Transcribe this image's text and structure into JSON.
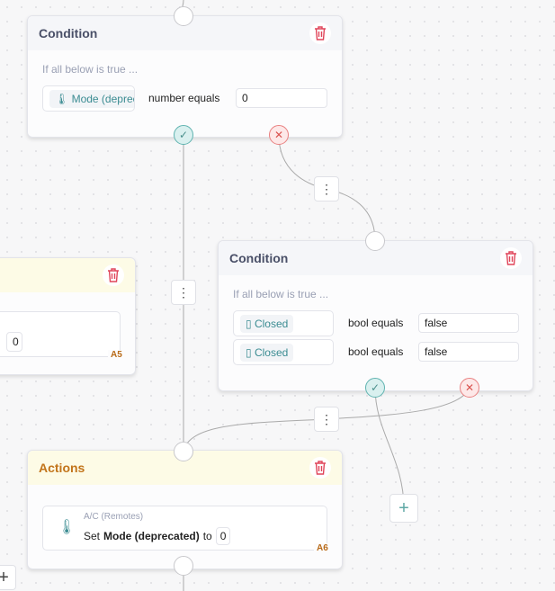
{
  "condition1": {
    "title": "Condition",
    "subtitle": "If all below is true ...",
    "rows": [
      {
        "entity": "Mode (deprecated)",
        "operator": "number equals",
        "value": "0"
      }
    ]
  },
  "condition2": {
    "title": "Condition",
    "subtitle": "If all below is true ...",
    "rows": [
      {
        "entity": "Closed",
        "operator": "bool equals",
        "value": "false"
      },
      {
        "entity": "Closed",
        "operator": "bool equals",
        "value": "false"
      }
    ]
  },
  "partial_action": {
    "value": "0",
    "tag": "A5"
  },
  "actions": {
    "title": "Actions",
    "device": "A/C (Remotes)",
    "set_label": "Set",
    "attribute": "Mode (deprecated)",
    "to_label": "to",
    "value": "0",
    "tag": "A6"
  },
  "ports": {
    "true_symbol": "✓",
    "false_symbol": "✕",
    "menu_symbol": "⋮",
    "add_symbol": "+"
  },
  "colors": {
    "condition_header": "#f5f6f9",
    "action_header": "#fdfbe6",
    "action_title": "#c2741a",
    "trash": "#e0455a",
    "true_port": "#5fb3b0",
    "false_port": "#e98080"
  }
}
